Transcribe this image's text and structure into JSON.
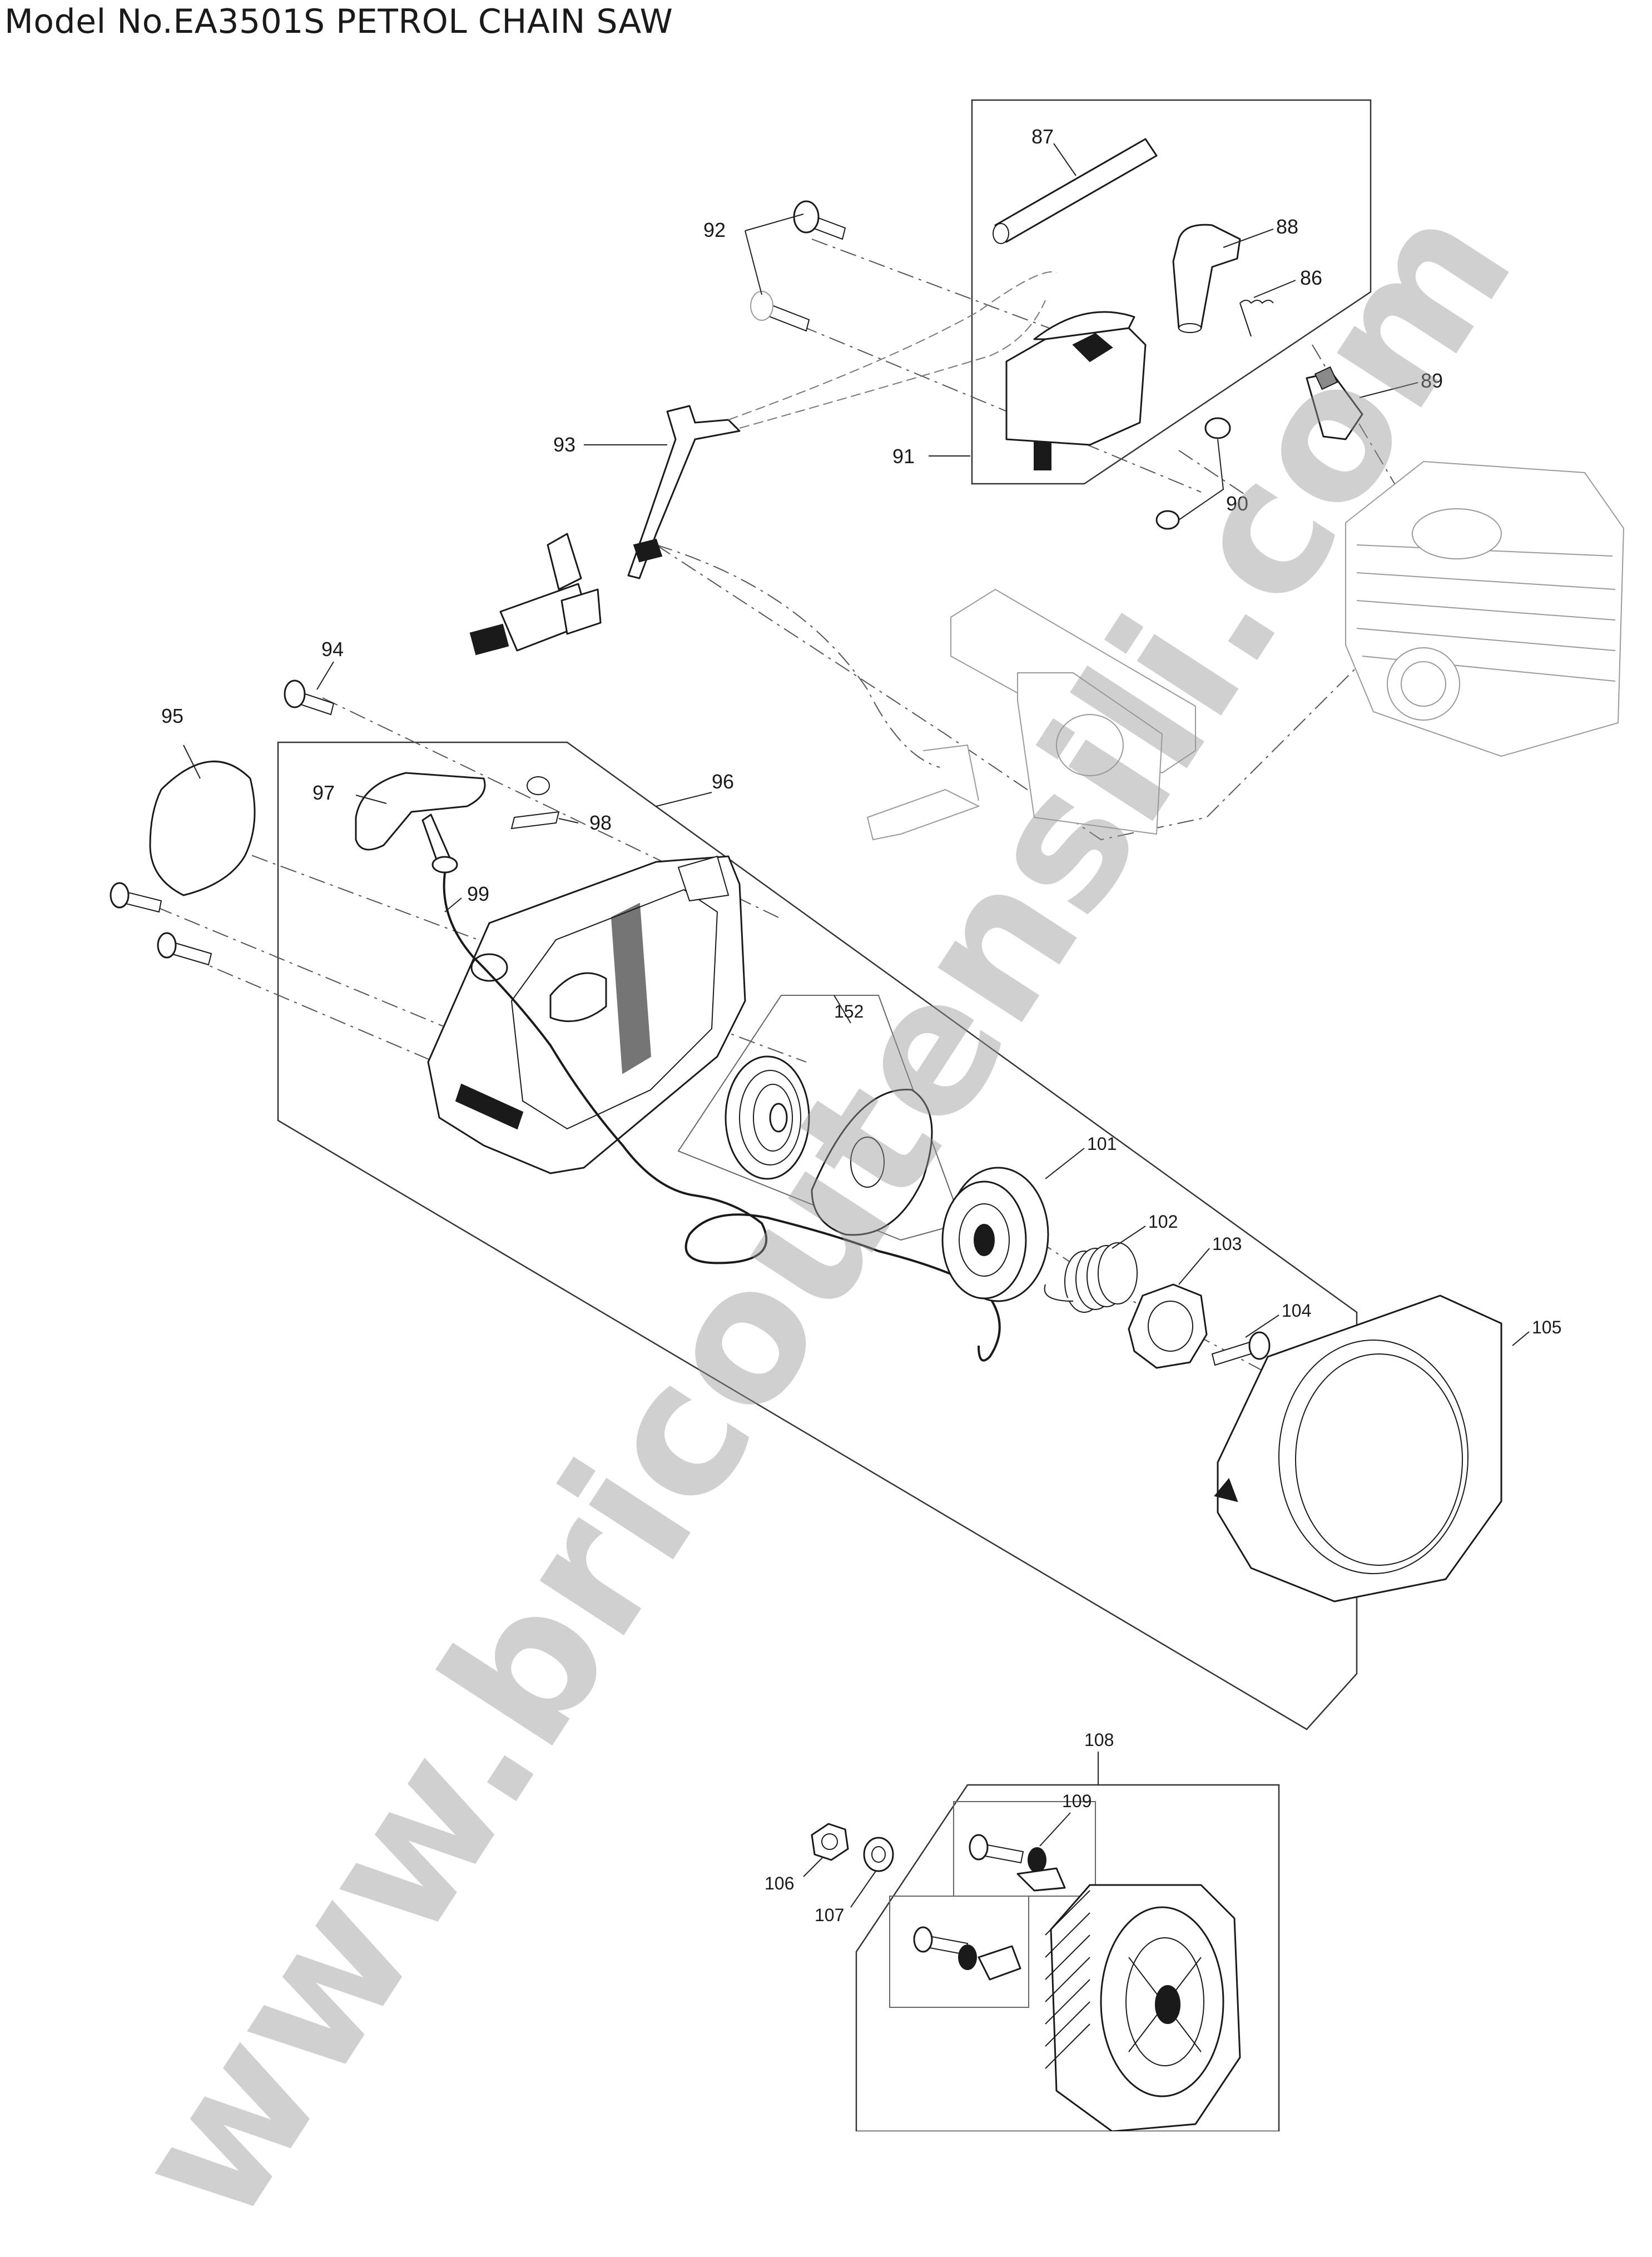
{
  "title": "Model No.EA3501S PETROL CHAIN SAW",
  "watermark": "www.bricoutensili.com",
  "colors": {
    "line": "#1a1a1a",
    "leader": "#222222",
    "ghost": "#9a9a9a",
    "watermark": "#969696"
  },
  "parts": [
    {
      "id": "86",
      "label": "86"
    },
    {
      "id": "87",
      "label": "87"
    },
    {
      "id": "88",
      "label": "88"
    },
    {
      "id": "89",
      "label": "89"
    },
    {
      "id": "90",
      "label": "90"
    },
    {
      "id": "91",
      "label": "91"
    },
    {
      "id": "92",
      "label": "92"
    },
    {
      "id": "93",
      "label": "93"
    },
    {
      "id": "94",
      "label": "94"
    },
    {
      "id": "95",
      "label": "95"
    },
    {
      "id": "96",
      "label": "96"
    },
    {
      "id": "97",
      "label": "97"
    },
    {
      "id": "98",
      "label": "98"
    },
    {
      "id": "99",
      "label": "99"
    },
    {
      "id": "101",
      "label": "101"
    },
    {
      "id": "102",
      "label": "102"
    },
    {
      "id": "103",
      "label": "103"
    },
    {
      "id": "104",
      "label": "104"
    },
    {
      "id": "105",
      "label": "105"
    },
    {
      "id": "106",
      "label": "106"
    },
    {
      "id": "107",
      "label": "107"
    },
    {
      "id": "108",
      "label": "108"
    },
    {
      "id": "109",
      "label": "109"
    },
    {
      "id": "152",
      "label": "152"
    }
  ]
}
